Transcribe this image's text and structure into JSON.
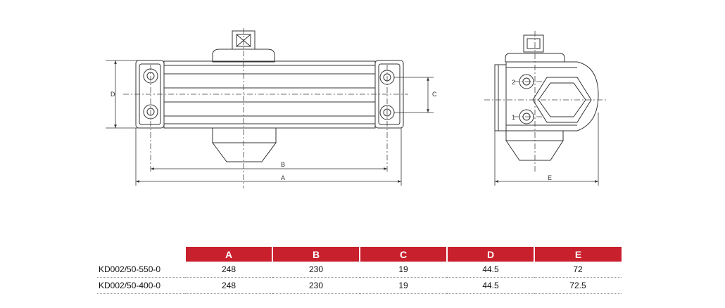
{
  "dimensions": {
    "label_a": "A",
    "label_b": "B",
    "label_c": "C",
    "label_d": "D",
    "label_e": "E",
    "hole_1": "1",
    "hole_2": "2"
  },
  "table": {
    "headers": [
      "A",
      "B",
      "C",
      "D",
      "E"
    ],
    "rows": [
      {
        "model": "KD002/50-550-0",
        "values": [
          "248",
          "230",
          "19",
          "44.5",
          "72"
        ]
      },
      {
        "model": "KD002/50-400-0",
        "values": [
          "248",
          "230",
          "19",
          "44.5",
          "72.5"
        ]
      }
    ]
  },
  "colors": {
    "accent": "#c8202c",
    "line": "#333333"
  }
}
